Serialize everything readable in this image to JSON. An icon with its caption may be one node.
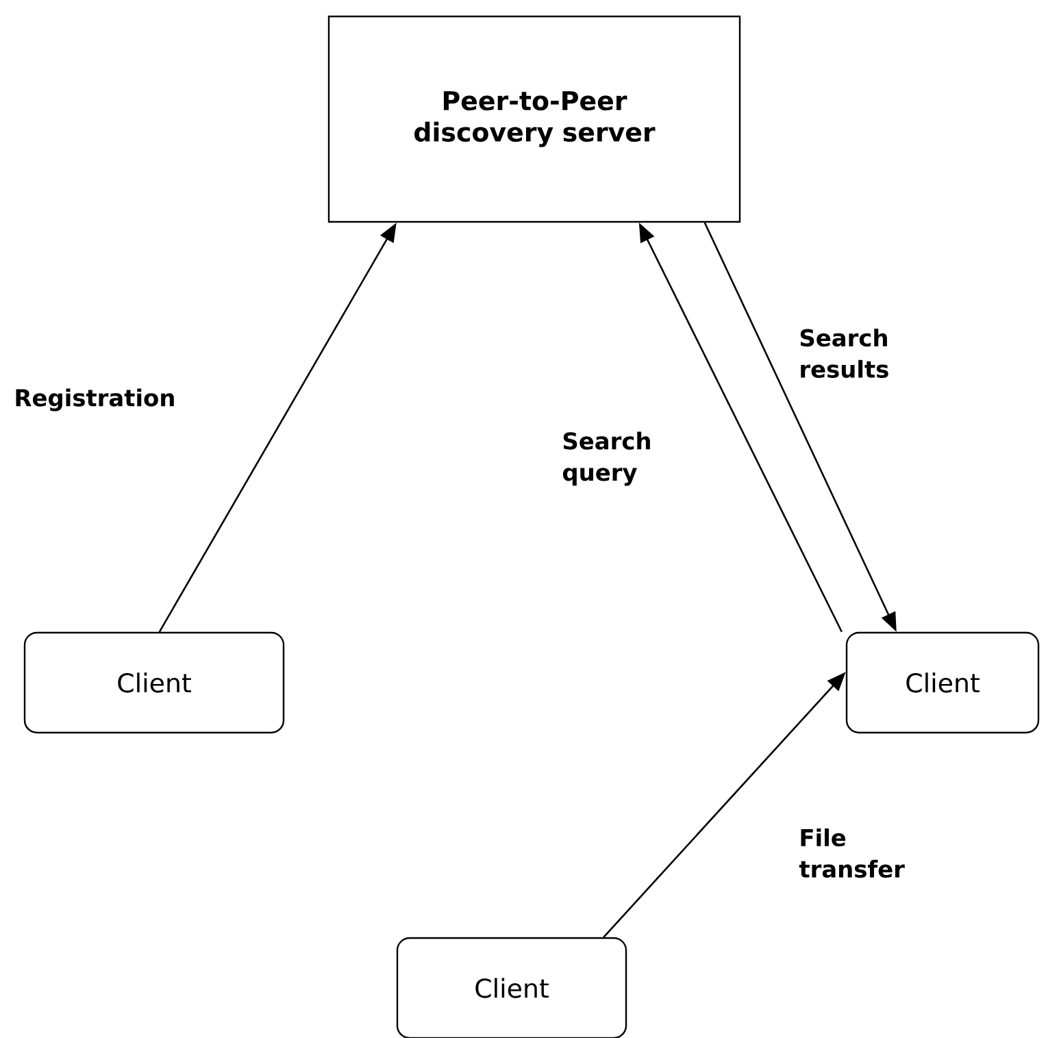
{
  "diagram": {
    "nodes": [
      {
        "text": [
          "Peer-to-Peer discovery server"
        ]
      },
      {
        "text": [
          "Client"
        ]
      },
      {
        "text": [
          "Client"
        ]
      },
      {
        "text": [
          "Client"
        ]
      }
    ],
    "edges": [
      {
        "from": 1,
        "to": 0,
        "arrow": "to",
        "label": "Registration"
      },
      {
        "from": 2,
        "to": 0,
        "arrow": "to",
        "label": "Search query"
      },
      {
        "from": 0,
        "to": 2,
        "arrow": "to",
        "label": "Search results"
      },
      {
        "from": 3,
        "to": 2,
        "arrow": "to",
        "label": "File transfer"
      }
    ]
  }
}
